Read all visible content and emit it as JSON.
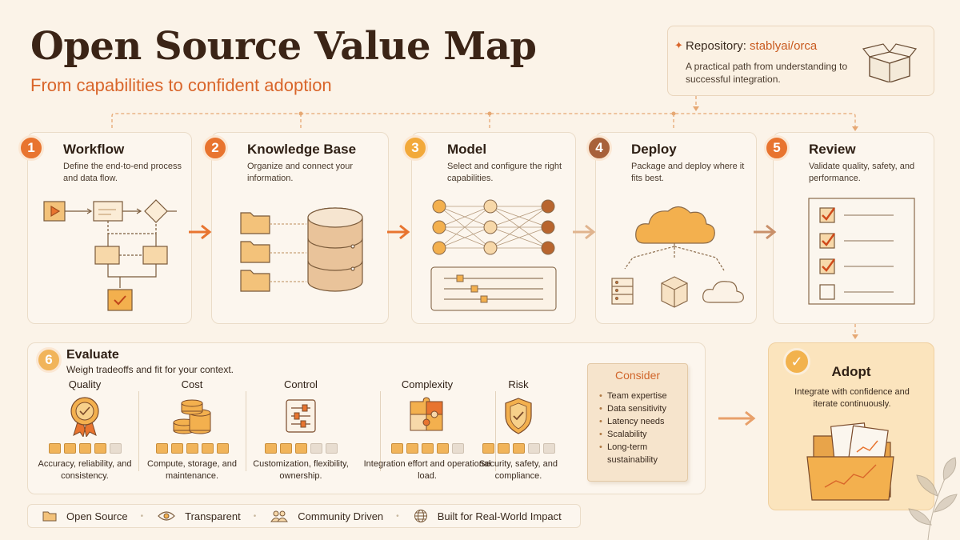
{
  "header": {
    "title": "Open Source Value Map",
    "subtitle": "From capabilities to confident adoption"
  },
  "repository": {
    "label": "Repository:",
    "name": "stablyai/orca",
    "description": "A practical path from understanding to successful integration."
  },
  "steps": [
    {
      "number": "1",
      "title": "Workflow",
      "description": "Define the end-to-end process and data flow.",
      "color": "#e8742f"
    },
    {
      "number": "2",
      "title": "Knowledge Base",
      "description": "Organize and connect your information.",
      "color": "#e8742f"
    },
    {
      "number": "3",
      "title": "Model",
      "description": "Select and configure the right capabilities.",
      "color": "#f2a93a"
    },
    {
      "number": "4",
      "title": "Deploy",
      "description": "Package and deploy where it fits best.",
      "color": "#a8613a"
    },
    {
      "number": "5",
      "title": "Review",
      "description": "Validate quality, safety, and performance.",
      "color": "#e8742f"
    }
  ],
  "evaluate": {
    "number": "6",
    "title": "Evaluate",
    "description": "Weigh tradeoffs and fit for your context.",
    "criteria": [
      {
        "name": "Quality",
        "rating": 4,
        "max": 5,
        "description": "Accuracy, reliability, and consistency.",
        "icon": "ribbon-award-icon"
      },
      {
        "name": "Cost",
        "rating": 5,
        "max": 5,
        "description": "Compute, storage, and maintenance.",
        "icon": "coin-stack-icon"
      },
      {
        "name": "Control",
        "rating": 3,
        "max": 5,
        "description": "Customization, flexibility, ownership.",
        "icon": "sliders-icon"
      },
      {
        "name": "Complexity",
        "rating": 4,
        "max": 5,
        "description": "Integration effort and operational load.",
        "icon": "puzzle-icon"
      },
      {
        "name": "Risk",
        "rating": 3,
        "max": 5,
        "description": "Security, safety, and compliance.",
        "icon": "shield-check-icon"
      }
    ]
  },
  "consider": {
    "title": "Consider",
    "items": [
      "Team expertise",
      "Data sensitivity",
      "Latency needs",
      "Scalability",
      "Long-term sustainability"
    ]
  },
  "adopt": {
    "title": "Adopt",
    "description": "Integrate with confidence and iterate continuously."
  },
  "footer": {
    "items": [
      {
        "label": "Open Source",
        "icon": "folder-icon"
      },
      {
        "label": "Transparent",
        "icon": "eye-icon"
      },
      {
        "label": "Community Driven",
        "icon": "people-icon"
      },
      {
        "label": "Built for Real-World Impact",
        "icon": "globe-icon"
      }
    ]
  },
  "colors": {
    "accent": "#e8742f",
    "gold": "#f1b45a",
    "brown": "#a8613a",
    "background": "#fbf3e8"
  }
}
